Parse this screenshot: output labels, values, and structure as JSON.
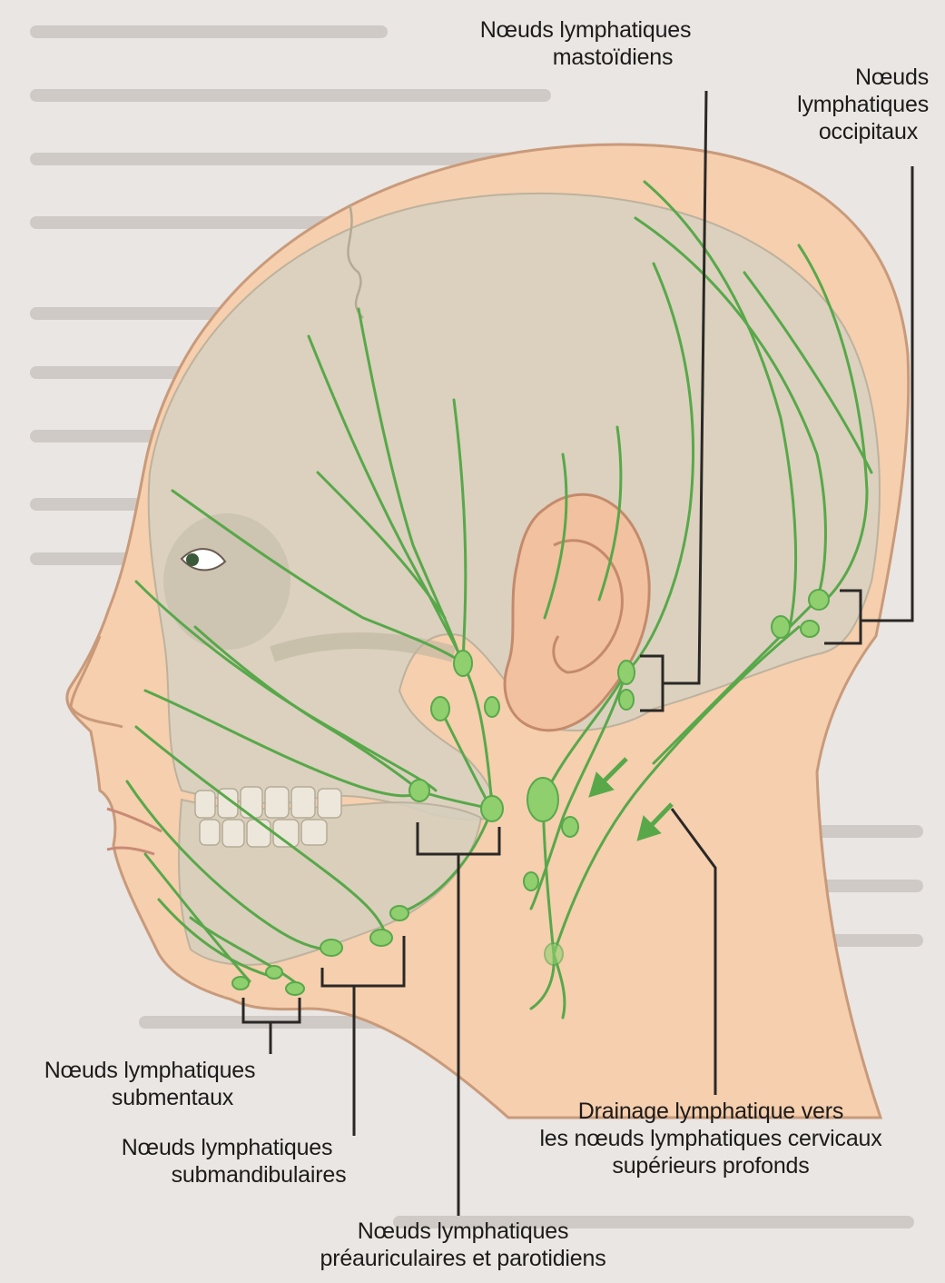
{
  "labels": {
    "mastoid": {
      "line1": "Nœuds lymphatiques",
      "line2": "mastoïdiens"
    },
    "occipital": {
      "line1": "Nœuds",
      "line2": "lymphatiques",
      "line3": "occipitaux"
    },
    "submental": {
      "line1": "Nœuds lymphatiques",
      "line2": "submentaux"
    },
    "submandibular": {
      "line1": "Nœuds lymphatiques",
      "line2": "submandibulaires"
    },
    "preauricular": {
      "line1": "Nœuds lymphatiques",
      "line2": "préauriculaires et parotidiens"
    },
    "drainage": {
      "line1": "Drainage lymphatique vers",
      "line2": "les nœuds lymphatiques cervicaux",
      "line3": "supérieurs profonds"
    }
  },
  "colors": {
    "background": "#e9e6e3",
    "skin": "#f5cfae",
    "skull": "#d9d2c0",
    "lymph": "#58a84a",
    "node": "#8fcf6e",
    "leader": "#2a2826"
  }
}
